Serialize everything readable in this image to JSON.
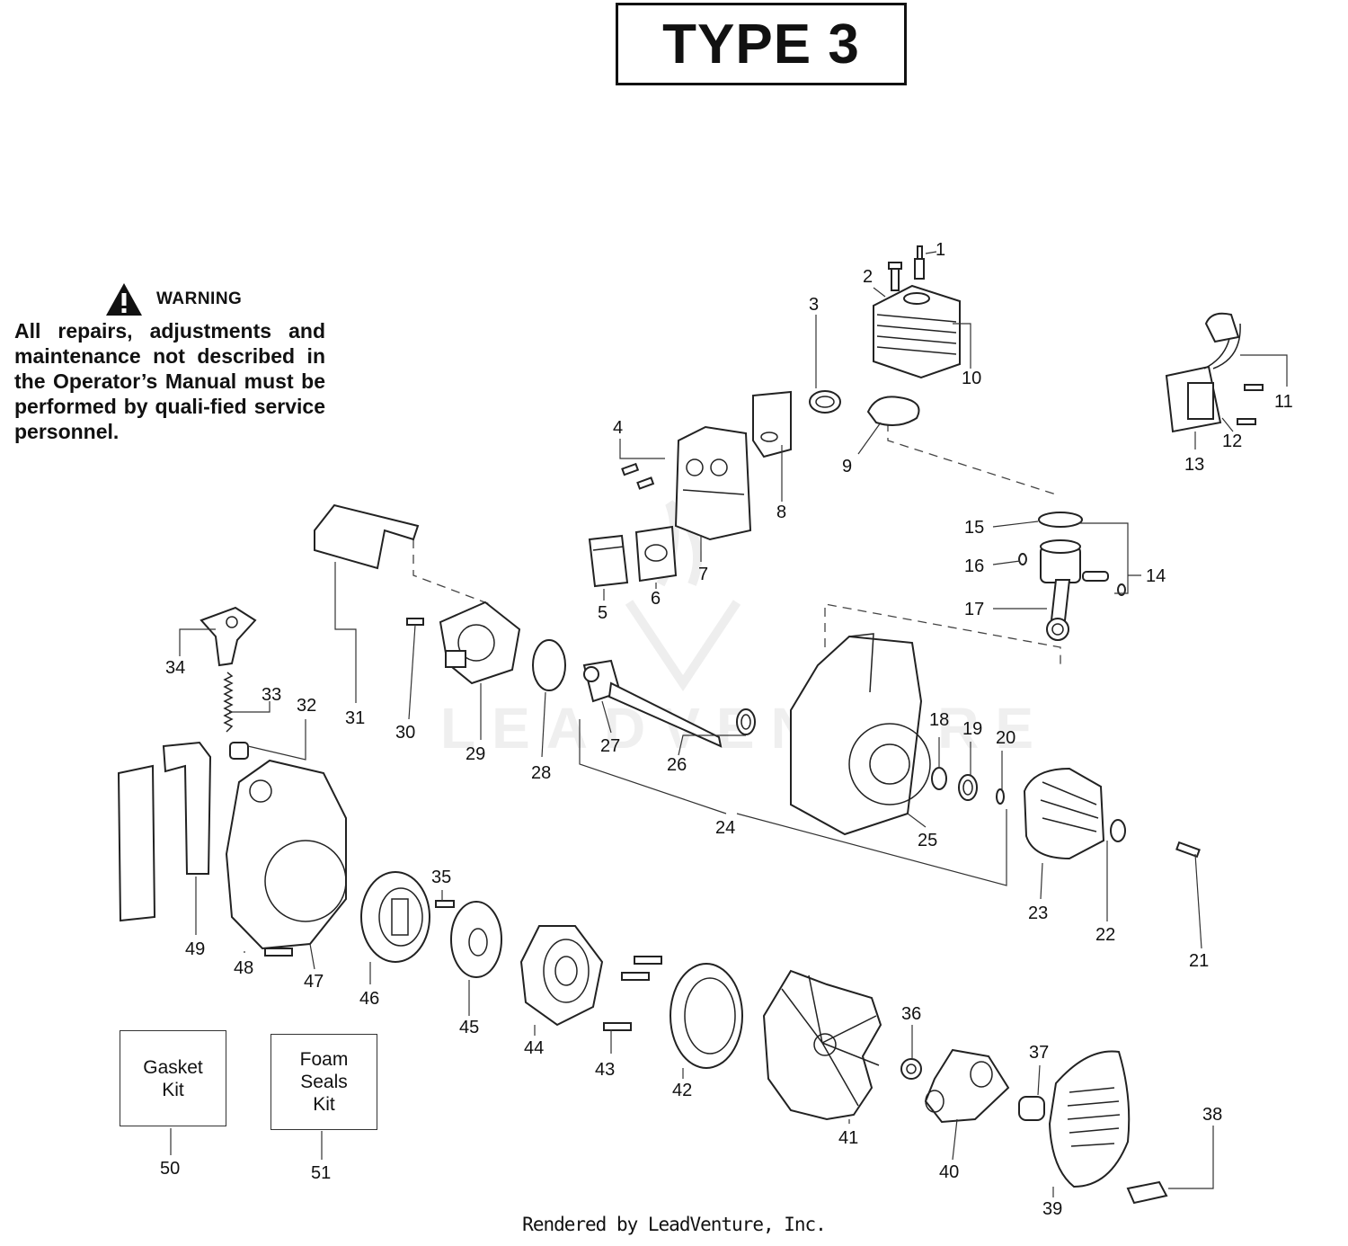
{
  "title": "TYPE 3",
  "warning": {
    "icon": "warning-triangle-icon",
    "heading": "WARNING",
    "body": "All repairs, adjustments and maintenance not described in the Operator’s Manual must be performed by quali-fied  service personnel."
  },
  "kits": [
    {
      "text": "Gasket\nKit",
      "number": "50"
    },
    {
      "text": "Foam\nSeals\nKit",
      "number": "51"
    }
  ],
  "watermark": "LEADVENTURE",
  "footer": "Rendered by LeadVenture, Inc.",
  "part_numbers": [
    "1",
    "2",
    "3",
    "4",
    "5",
    "6",
    "7",
    "8",
    "9",
    "10",
    "11",
    "12",
    "13",
    "14",
    "15",
    "16",
    "17",
    "18",
    "19",
    "20",
    "21",
    "22",
    "23",
    "24",
    "25",
    "26",
    "27",
    "28",
    "29",
    "30",
    "31",
    "32",
    "33",
    "34",
    "35",
    "36",
    "37",
    "38",
    "39",
    "40",
    "41",
    "42",
    "43",
    "44",
    "45",
    "46",
    "47",
    "48",
    "49"
  ]
}
